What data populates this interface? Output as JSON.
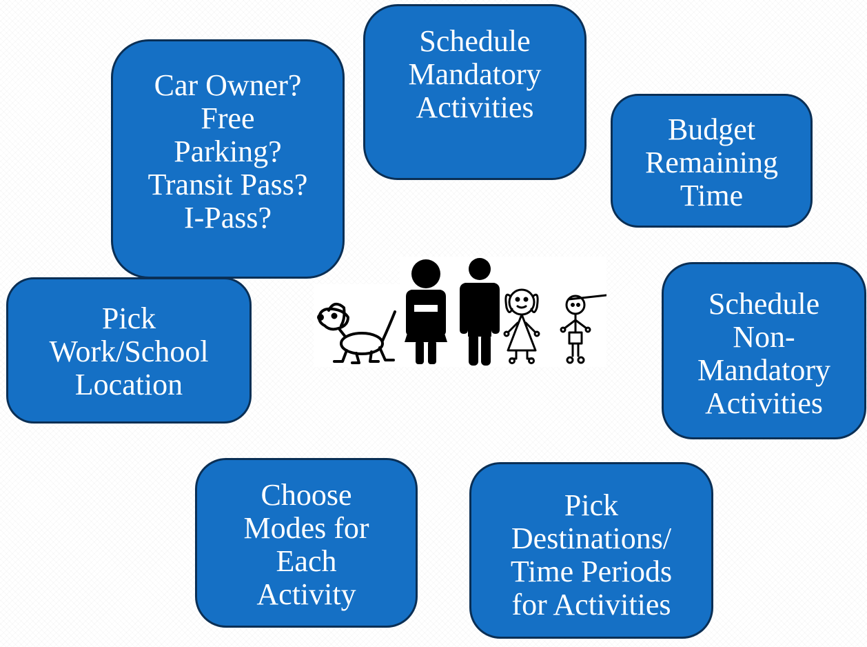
{
  "boxes": {
    "car_owner": [
      "Car Owner?",
      "Free",
      "Parking?",
      "Transit Pass?",
      "I-Pass?"
    ],
    "schedule_mandatory": [
      "Schedule",
      "Mandatory",
      "Activities"
    ],
    "budget_time": [
      "Budget",
      "Remaining",
      "Time"
    ],
    "pick_location": [
      "Pick",
      "Work/School",
      "Location"
    ],
    "schedule_non_mandatory": [
      "Schedule",
      "Non-",
      "Mandatory",
      "Activities"
    ],
    "choose_modes": [
      "Choose",
      "Modes for",
      "Each",
      "Activity"
    ],
    "pick_destinations": [
      "Pick",
      "Destinations/",
      "Time Periods",
      "for Activities"
    ]
  },
  "colors": {
    "box_fill": "#1570c5",
    "box_border": "#0a2f55",
    "text": "#ffffff",
    "figure_black": "#000000"
  },
  "figure_icons": [
    "dog-icon",
    "woman-icon",
    "man-icon",
    "girl-icon",
    "boy-icon"
  ]
}
